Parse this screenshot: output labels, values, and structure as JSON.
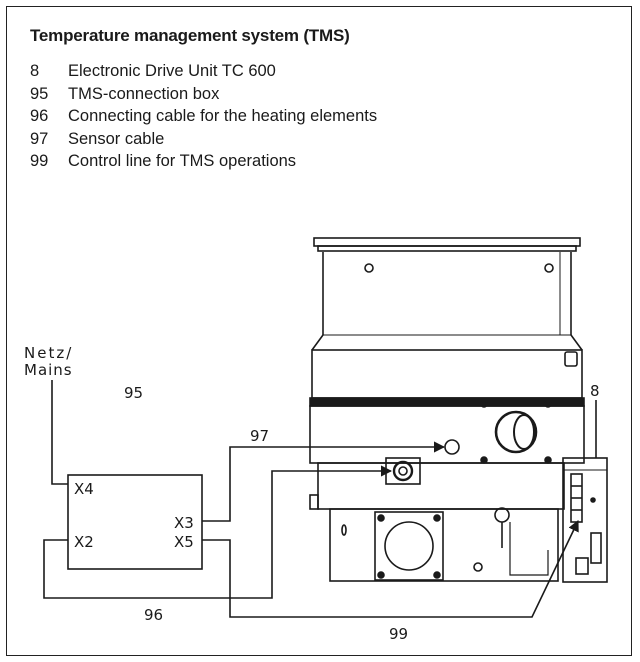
{
  "title": "Temperature management system (TMS)",
  "legend": [
    {
      "num": "8",
      "text": "Electronic Drive Unit TC 600"
    },
    {
      "num": "95",
      "text": "TMS-connection box"
    },
    {
      "num": "96",
      "text": "Connecting cable for the heating elements"
    },
    {
      "num": "97",
      "text": "Sensor cable"
    },
    {
      "num": "99",
      "text": "Control line for TMS operations"
    }
  ],
  "diagram": {
    "mains_label_line1": "Netz/",
    "mains_label_line2": "Mains",
    "box_ref": "95",
    "ports": {
      "x4": "X4",
      "x2": "X2",
      "x3": "X3",
      "x5": "X5"
    },
    "ref_97": "97",
    "ref_96": "96",
    "ref_99": "99",
    "ref_8": "8"
  }
}
